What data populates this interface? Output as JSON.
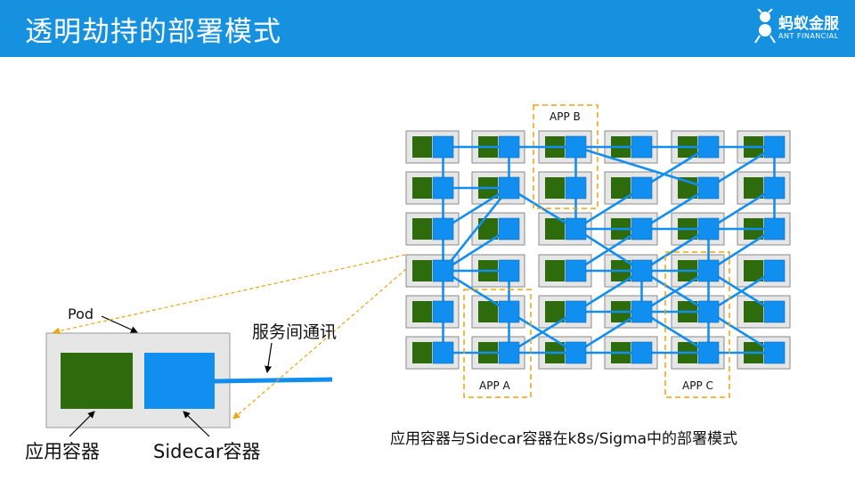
{
  "header": {
    "title": "透明劫持的部署模式",
    "logo_main": "蚂蚁金服",
    "logo_sub": "ANT FINANCIAL"
  },
  "pod": {
    "pod_label": "Pod",
    "app_container_label": "应用容器",
    "sidecar_label": "Sidecar容器",
    "comm_label": "服务间通讯"
  },
  "grid": {
    "app_a_label": "APP A",
    "app_b_label": "APP B",
    "app_c_label": "APP C",
    "caption": "应用容器与Sidecar容器在k8s/Sigma中的部署模式"
  },
  "colors": {
    "header": "#1591e0",
    "app_green": "#2e6b0c",
    "sidecar_blue": "#118ff0",
    "pod_gray": "#e6e6e6",
    "highlight_dash": "#f0a30a"
  }
}
